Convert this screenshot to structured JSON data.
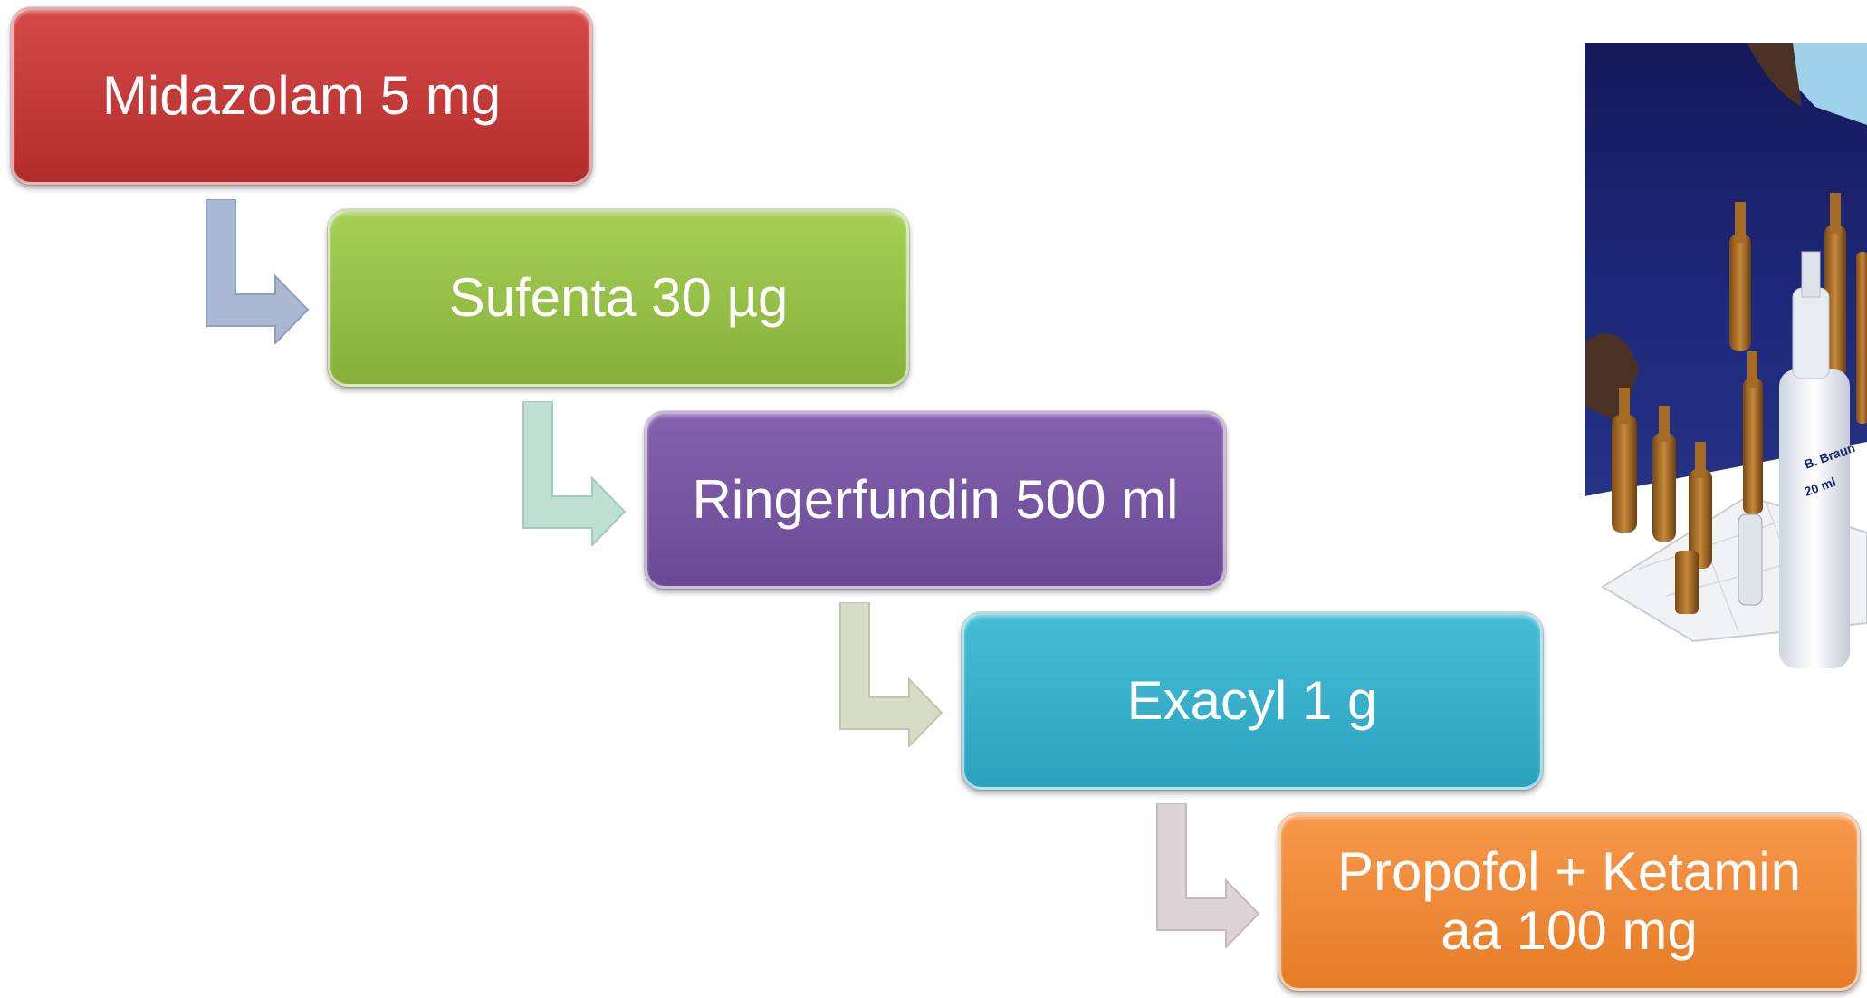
{
  "steps": [
    {
      "label": "Midazolam 5 mg"
    },
    {
      "label": "Sufenta 30 µg"
    },
    {
      "label": "Ringerfundin 500 ml"
    },
    {
      "label": "Exacyl 1 g"
    },
    {
      "label": "Propofol + Ketamin\naa 100 mg"
    }
  ],
  "colors": {
    "step1": "#c0393a",
    "step2": "#96c045",
    "step3": "#7755a2",
    "step4": "#37afca",
    "step5": "#ef8a36",
    "arrow1": "#aab8d4",
    "arrow2": "#bde0d3",
    "arrow3": "#d7dcc6",
    "arrow4": "#ddd2d6"
  },
  "photo": {
    "bottle_label_text": [
      "B. Braun",
      "20 ml"
    ]
  }
}
